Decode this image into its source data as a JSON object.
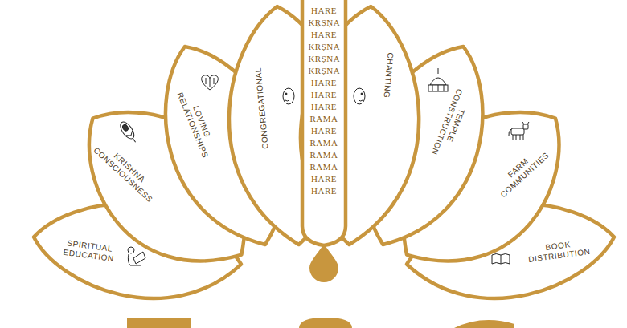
{
  "diagram": {
    "nodes": [
      {
        "text": [
          "SPIRITUAL EDUCATION"
        ]
      },
      {
        "text": [
          "KRISHNA CONSCIOUSNESS"
        ]
      },
      {
        "text": [
          "LOVING RELATIONSHIPS"
        ]
      },
      {
        "text": [
          "CONGREGATIONAL"
        ]
      },
      {
        "text": [
          "HARE KṚṢṆA HARE KṚṢṆA KṚṢṆA KṚṢṆA HARE HARE HARE RAMA HARE RAMA RAMA RAMA HARE HARE"
        ]
      },
      {
        "text": [
          "CHANTING"
        ]
      },
      {
        "text": [
          "TEMPLE CONSTRUCTION"
        ]
      },
      {
        "text": [
          "FARM COMMUNITIES"
        ]
      },
      {
        "text": [
          "BOOK DISTRIBUTION"
        ]
      }
    ]
  }
}
